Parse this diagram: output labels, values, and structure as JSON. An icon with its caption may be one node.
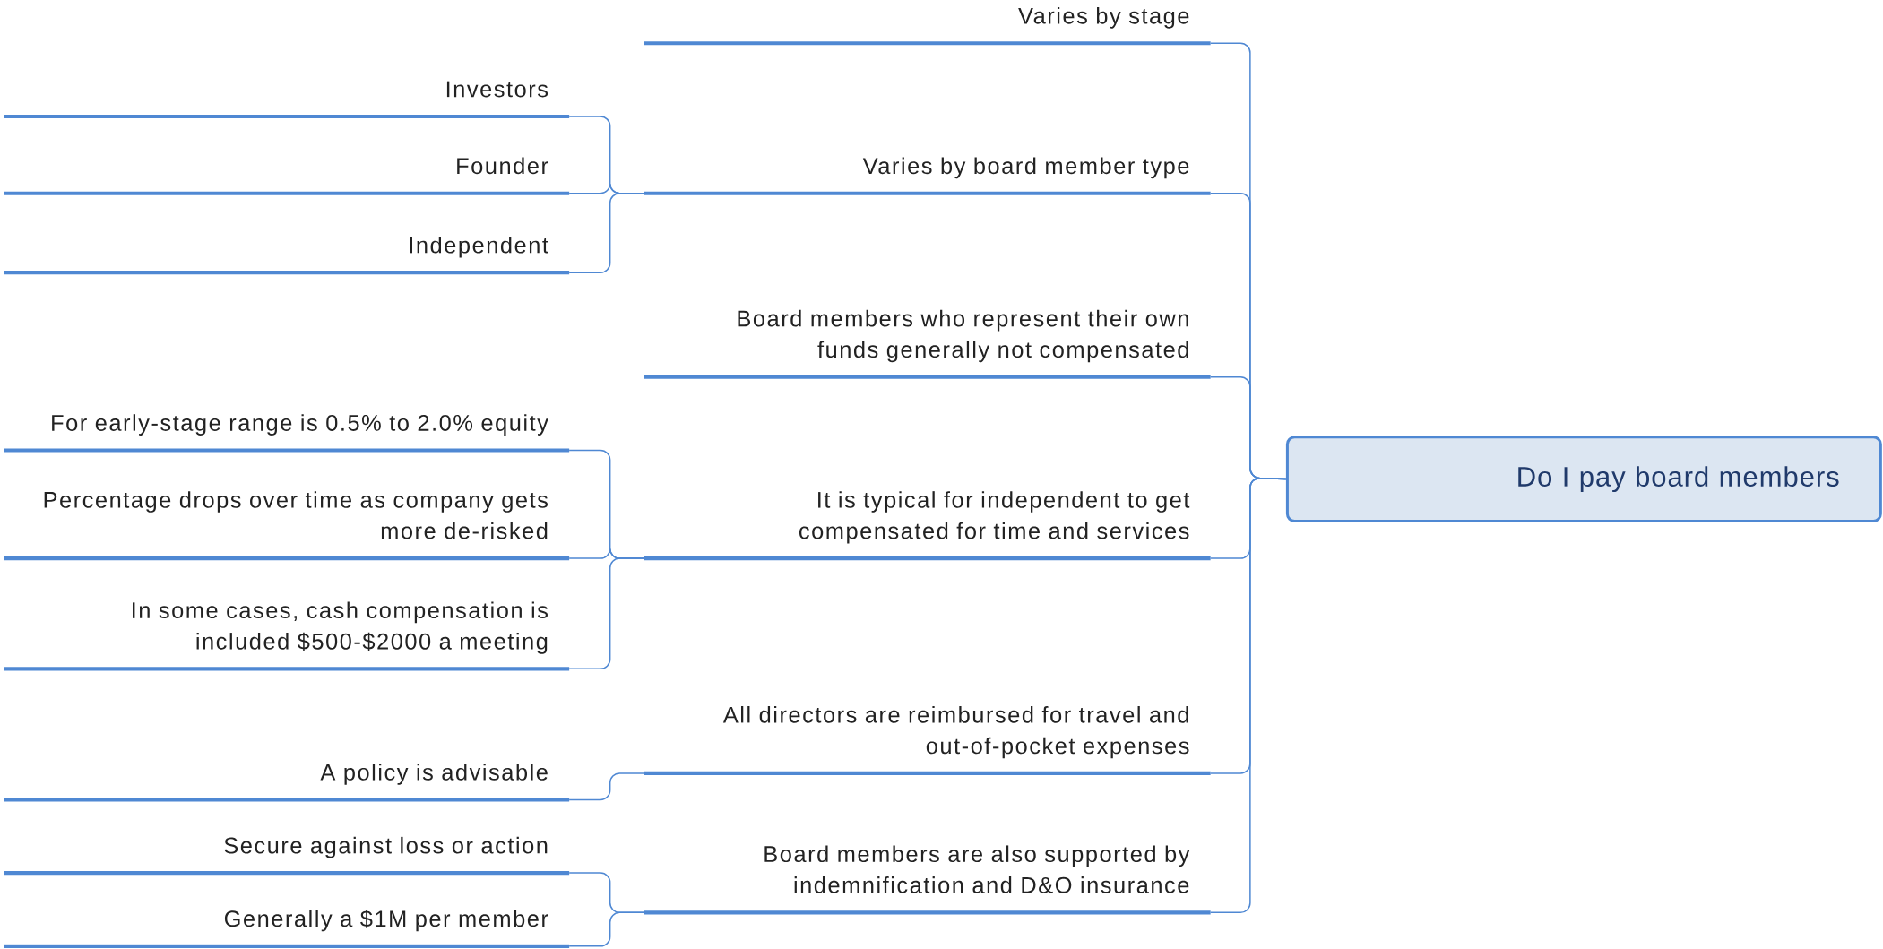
{
  "diagram": {
    "nodes": [
      {
        "text": [
          "Do I pay board members"
        ]
      },
      {
        "text": [
          "Varies by stage"
        ]
      },
      {
        "text": [
          "Varies by board member type"
        ]
      },
      {
        "text": [
          "Board members who represent their own funds generally not compensated"
        ]
      },
      {
        "text": [
          "It is typical for independent to get compensated for time and services"
        ]
      },
      {
        "text": [
          "All directors are reimbursed for travel and out-of-pocket expenses"
        ]
      },
      {
        "text": [
          "Board members are also supported by indemnification and D&O insurance"
        ]
      },
      {
        "text": [
          "Investors"
        ]
      },
      {
        "text": [
          "Founder"
        ]
      },
      {
        "text": [
          "Independent"
        ]
      },
      {
        "text": [
          "For early-stage range is 0.5% to 2.0% equity"
        ]
      },
      {
        "text": [
          "Percentage drops over time as company gets more de-risked"
        ]
      },
      {
        "text": [
          "In some cases, cash compensation is included $500-$2000 a meeting"
        ]
      },
      {
        "text": [
          "A policy is advisable"
        ]
      },
      {
        "text": [
          "Secure against loss or action"
        ]
      },
      {
        "text": [
          "Generally a $1M per member"
        ]
      }
    ],
    "edges": [
      {
        "from": 0,
        "to": 1,
        "arrow": "none"
      },
      {
        "from": 0,
        "to": 2,
        "arrow": "none"
      },
      {
        "from": 0,
        "to": 3,
        "arrow": "none"
      },
      {
        "from": 0,
        "to": 4,
        "arrow": "none"
      },
      {
        "from": 0,
        "to": 5,
        "arrow": "none"
      },
      {
        "from": 0,
        "to": 6,
        "arrow": "none"
      },
      {
        "from": 2,
        "to": 7,
        "arrow": "none"
      },
      {
        "from": 2,
        "to": 8,
        "arrow": "none"
      },
      {
        "from": 2,
        "to": 9,
        "arrow": "none"
      },
      {
        "from": 4,
        "to": 10,
        "arrow": "none"
      },
      {
        "from": 4,
        "to": 11,
        "arrow": "none"
      },
      {
        "from": 4,
        "to": 12,
        "arrow": "none"
      },
      {
        "from": 5,
        "to": 13,
        "arrow": "none"
      },
      {
        "from": 6,
        "to": 14,
        "arrow": "none"
      },
      {
        "from": 6,
        "to": 15,
        "arrow": "none"
      }
    ]
  }
}
